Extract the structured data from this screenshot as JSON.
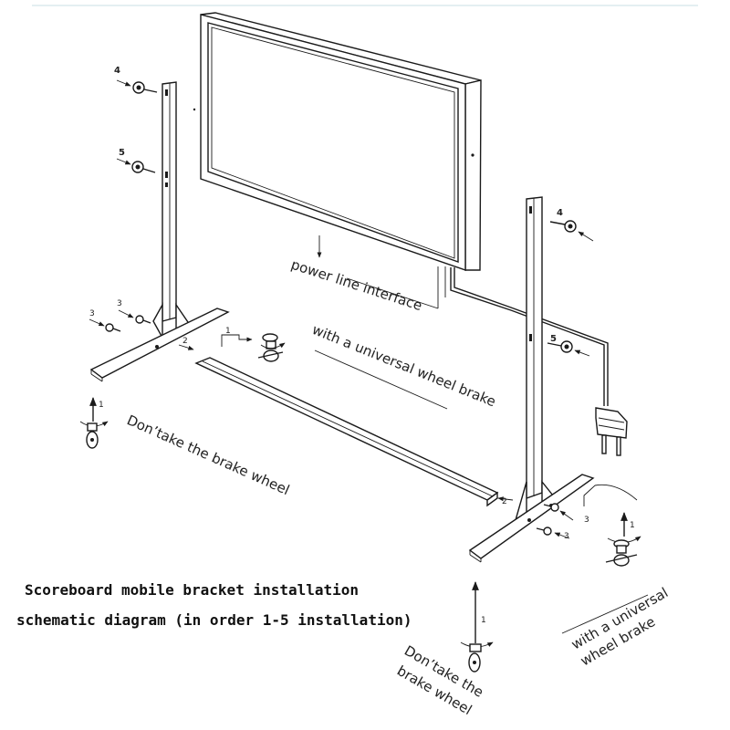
{
  "labels": {
    "power": "power line interface",
    "brake_top": "with a universal wheel brake",
    "dont_left": "Don’take the  brake wheel",
    "brake_right_1": "with a universal",
    "brake_right_2": "wheel brake",
    "dont_bottom_1": "Don’take the",
    "dont_bottom_2": "brake wheel"
  },
  "title": {
    "line1": "Scoreboard mobile bracket installation",
    "line2": "schematic diagram (in order 1-5 installation)"
  },
  "steps": {
    "s1": "1",
    "s2": "2",
    "s3": "3",
    "s4": "4",
    "s5": "5"
  }
}
